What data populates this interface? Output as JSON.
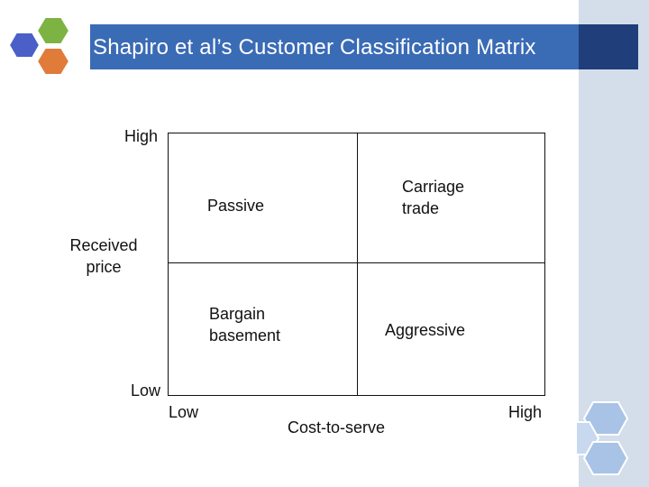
{
  "slide": {
    "title": "Shapiro et al’s Customer Classification Matrix",
    "colors": {
      "title_bar": "#3a6bb5",
      "title_bar_dark": "#1f3e7a",
      "right_band": "#d4deea",
      "hex_blue": "#4a5fc8",
      "hex_green": "#7cb342",
      "hex_orange": "#e07b39",
      "hex_light_blue": "#a9c3e6"
    }
  },
  "matrix": {
    "y_axis": {
      "label_line1": "Received",
      "label_line2": "price",
      "high": "High",
      "low": "Low"
    },
    "x_axis": {
      "label": "Cost-to-serve",
      "low": "Low",
      "high": "High"
    },
    "quadrants": {
      "top_left": {
        "line1": "Passive",
        "line2": ""
      },
      "top_right": {
        "line1": "Carriage",
        "line2": "trade"
      },
      "bottom_left": {
        "line1": "Bargain",
        "line2": "basement"
      },
      "bottom_right": {
        "line1": "Aggressive",
        "line2": ""
      }
    }
  }
}
